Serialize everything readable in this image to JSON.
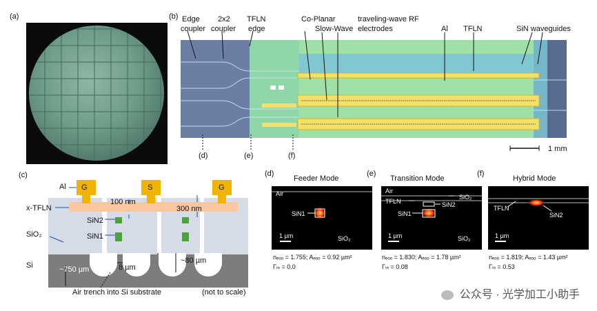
{
  "panels": {
    "a": {
      "tag": "(a)"
    },
    "b": {
      "tag": "(b)",
      "labels": {
        "edge_coupler_1": "Edge",
        "edge_coupler_2": "coupler",
        "two_by_two_1": "2x2",
        "two_by_two_2": "coupler",
        "tfln_edge_1": "TFLN",
        "tfln_edge_2": "edge",
        "coplanar": "Co-Planar",
        "slowwave": "Slow-Wave",
        "traveling_1": "traveling-wave RF",
        "traveling_2": "electrodes",
        "al": "Al",
        "tfln": "TFLN",
        "sin_waveguides": "SiN waveguides",
        "d": "(d)",
        "e": "(e)",
        "f": "(f)",
        "scale": "1 mm"
      }
    },
    "c": {
      "tag": "(c)",
      "labels": {
        "al": "Al",
        "g1": "G",
        "s": "S",
        "g2": "G",
        "x_tfln": "x-TFLN",
        "sio2": "SiO₂",
        "sin2": "SiN2",
        "sin1": "SiN1",
        "si": "Si",
        "t100": "100 nm",
        "t300": "300 nm",
        "w8": "8 µm",
        "d80": "~80 µm",
        "d750": "~750 µm",
        "trench": "Air trench into Si substrate",
        "not_scale": "(not to scale)"
      }
    },
    "d": {
      "tag": "(d)",
      "title": "Feeder Mode",
      "air": "Air",
      "sin1": "SiN1",
      "scale": "1 µm",
      "sio2": "SiO₂",
      "neff": "nₑₒₒ = 1.755; Aₑₒₒ = 0.92 µm²",
      "gamma": "Γₗₙ = 0.0"
    },
    "e": {
      "tag": "(e)",
      "title": "Transition Mode",
      "air": "Air",
      "tfln": "TFLN",
      "sio2": "SiO₂",
      "sin2": "SiN2",
      "sin1": "SiN1",
      "scale": "1 µm",
      "sio2b": "SiO₂",
      "neff": "nₑₒₒ = 1.830; Aₑₒₒ = 1.78 µm²",
      "gamma": "Γₗₙ = 0.08"
    },
    "f": {
      "tag": "(f)",
      "title": "Hybrid Mode",
      "tfln": "TFLN",
      "sin2": "SiN2",
      "scale": "1 µm",
      "neff": "nₑₒₒ = 1.819; Aₑₒₒ = 1.43 µm²",
      "gamma": "Γₗₙ = 0.53"
    }
  },
  "watermark": "光学加工小助手",
  "watermark_prefix": "公众号 ·"
}
